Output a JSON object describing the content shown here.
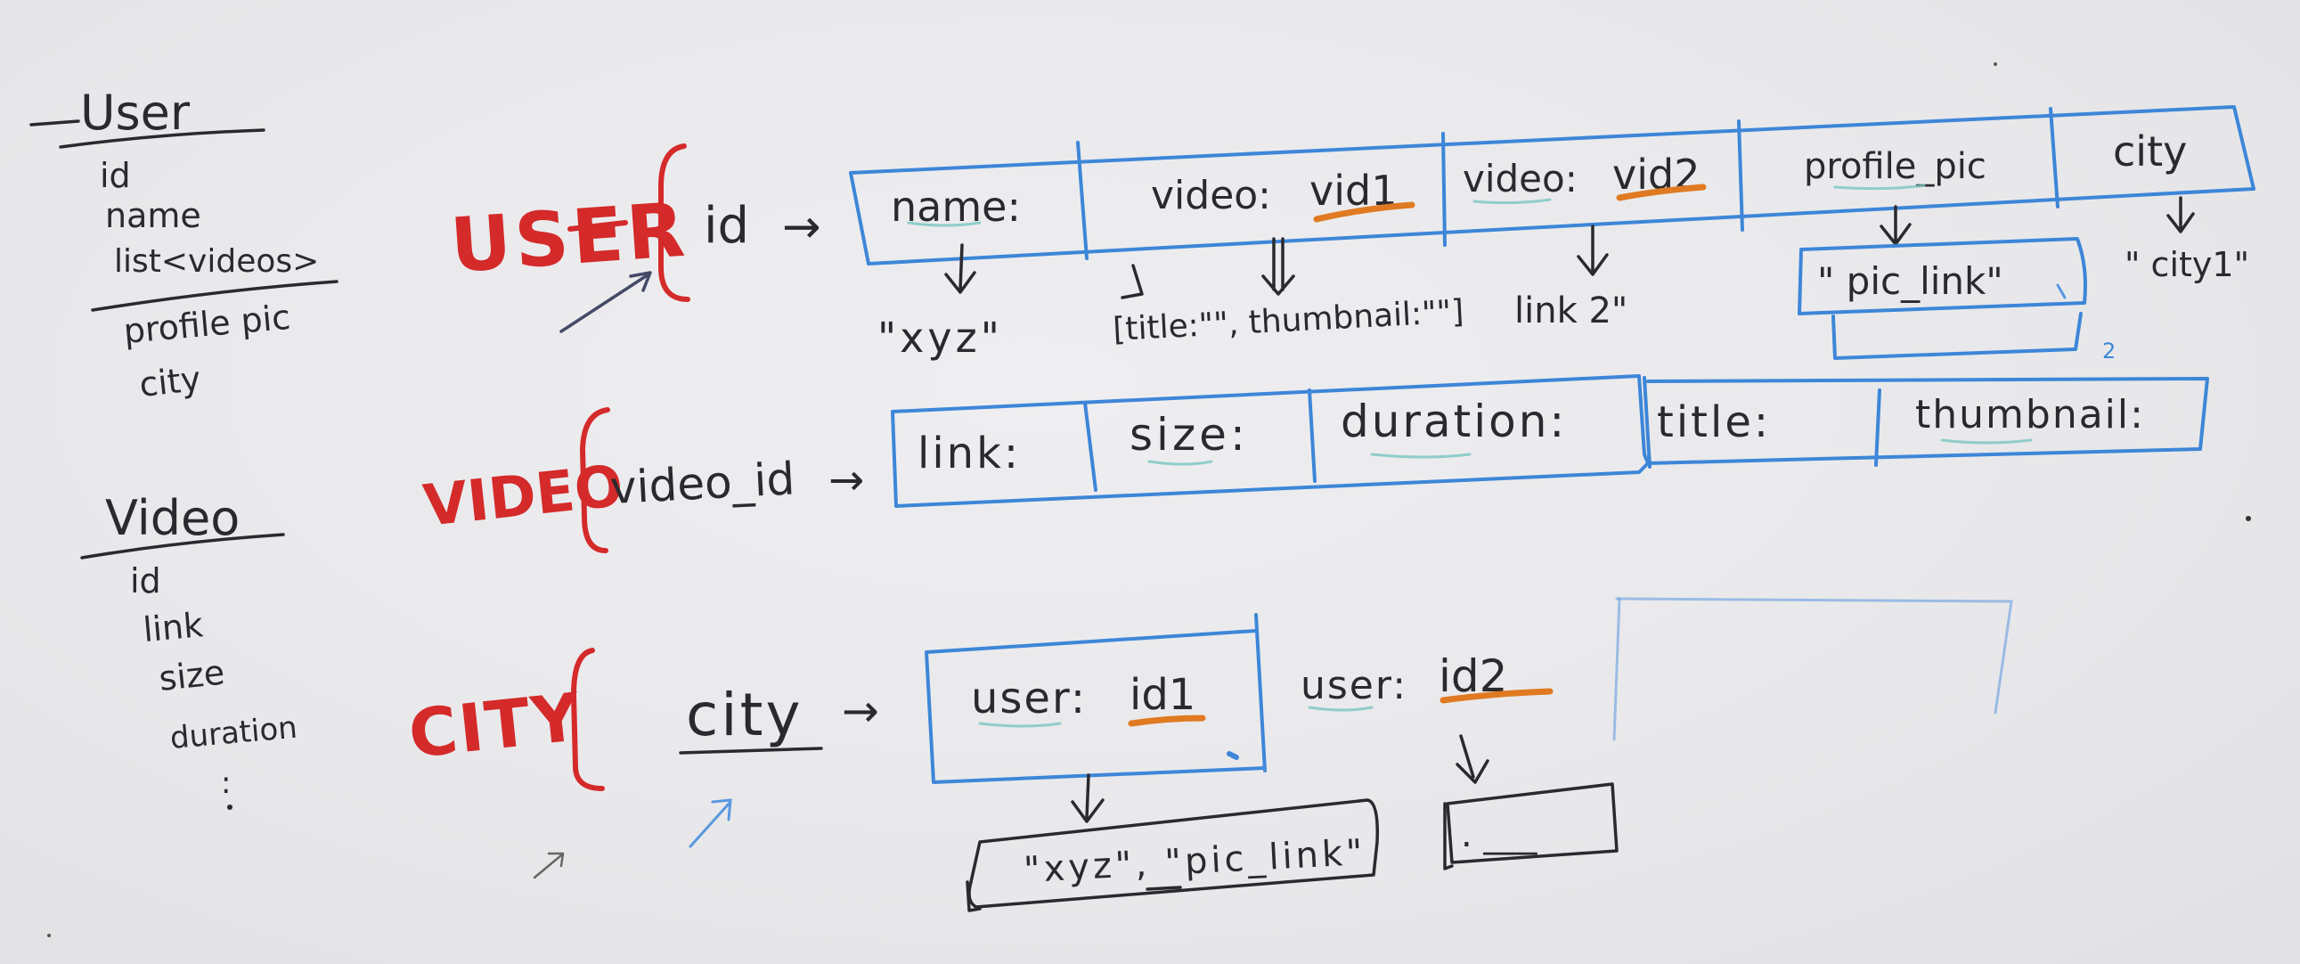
{
  "entities": {
    "user": {
      "heading": "User",
      "fields": [
        "id",
        "name",
        "list<videos>",
        "profile pic",
        "city"
      ]
    },
    "video": {
      "heading": "Video",
      "fields": [
        "id",
        "link",
        "size",
        "duration",
        ":"
      ]
    }
  },
  "tables": {
    "user": {
      "label": "USER",
      "key": "id",
      "arrow": "→",
      "cells": [
        "name:",
        "video:",
        "video:",
        "profile_pic",
        "city"
      ],
      "cell_ids": [
        "vid1",
        "vid2"
      ],
      "values": [
        "\"xyz\"",
        "[title:\"\", thumbnail:\"\"]",
        "link 2\"",
        "\" pic_link\"",
        "\" city1\""
      ],
      "small_mark": "2"
    },
    "video": {
      "label": "VIDEO",
      "key": "video_id",
      "arrow": "→",
      "cells": [
        "link:",
        "size:",
        "duration:",
        "title:",
        "thumbnail:"
      ]
    },
    "city": {
      "label": "CITY",
      "key": "city",
      "arrow": "→",
      "cells": [
        "user:",
        "user:"
      ],
      "cell_ids": [
        "id1",
        "id2"
      ],
      "values": [
        "\"xyz\", \"pic_link\"",
        ". ___"
      ]
    }
  },
  "colors": {
    "ink": "#2a2a2e",
    "label_red": "#d42a2a",
    "box_blue": "#3d86d8",
    "underline_orange": "#e07a22",
    "board": "#e9e9eb"
  }
}
